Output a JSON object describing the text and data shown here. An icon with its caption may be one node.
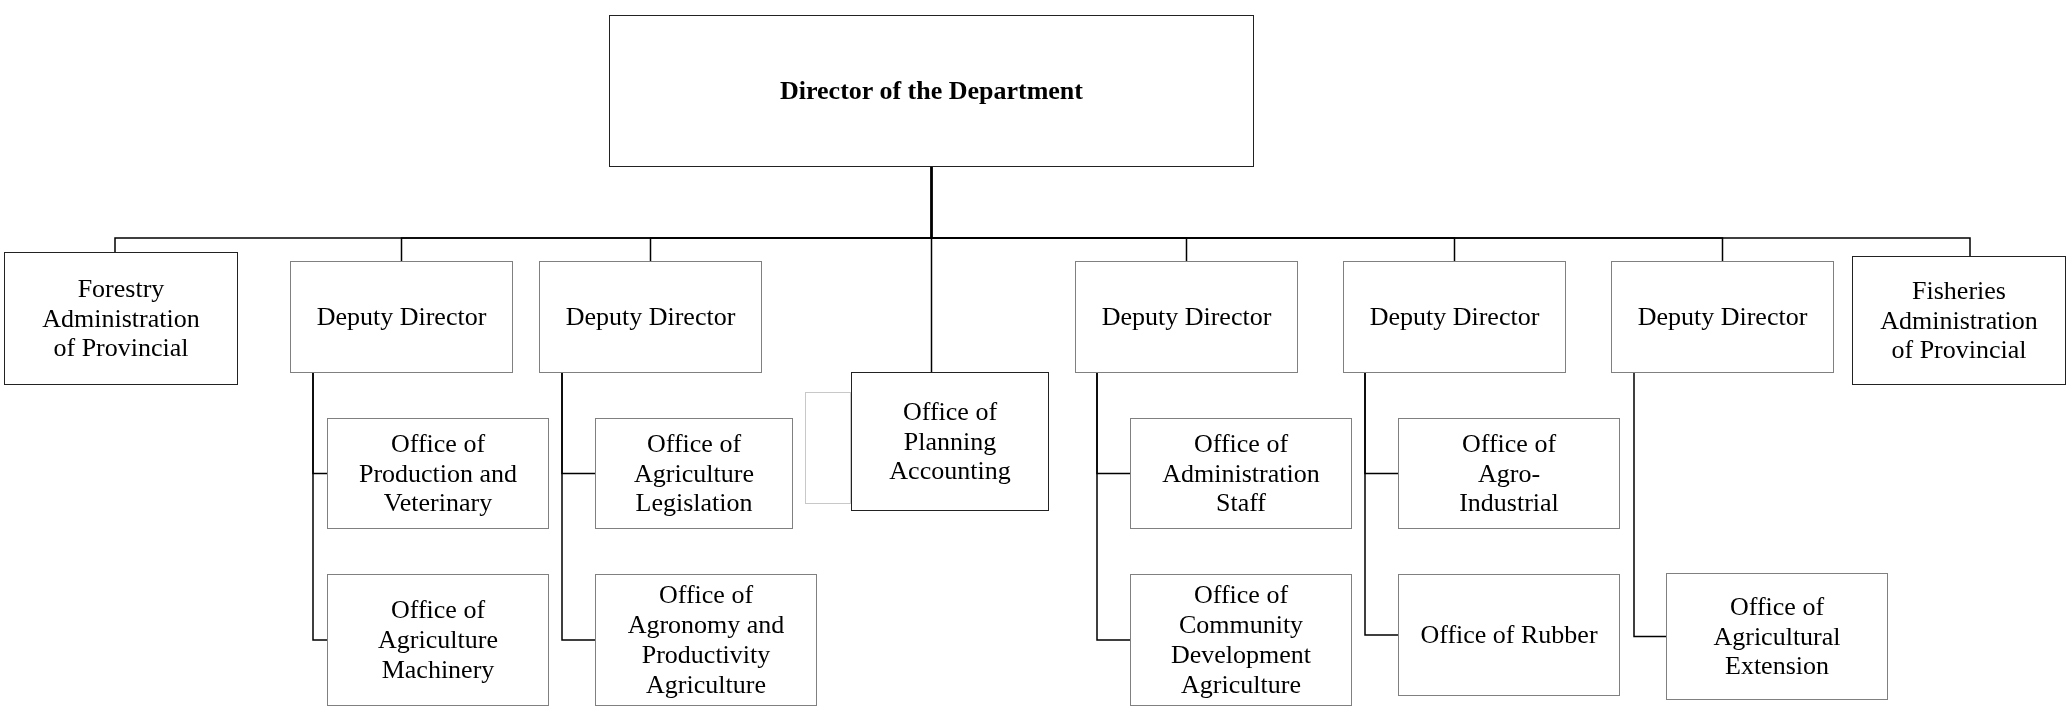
{
  "diagram": {
    "nodes": [
      {
        "text": [
          "Director of the Department"
        ]
      },
      {
        "text": [
          "Forestry Administration of Provincial"
        ]
      },
      {
        "text": [
          "Deputy Director"
        ]
      },
      {
        "text": [
          "Deputy Director"
        ]
      },
      {
        "text": [
          "Office of Planning Accounting"
        ]
      },
      {
        "text": [
          "Deputy Director"
        ]
      },
      {
        "text": [
          "Deputy Director"
        ]
      },
      {
        "text": [
          "Deputy Director"
        ]
      },
      {
        "text": [
          "Fisheries Administration of Provincial"
        ]
      },
      {
        "text": [
          "Office of Production and Veterinary"
        ]
      },
      {
        "text": [
          "Office of Agriculture Machinery"
        ]
      },
      {
        "text": [
          "Office of Agriculture Legislation"
        ]
      },
      {
        "text": [
          "Office of Agronomy and Productivity Agriculture"
        ]
      },
      {
        "text": [
          "Office of Administration Staff"
        ]
      },
      {
        "text": [
          "Office of Community Development Agriculture"
        ]
      },
      {
        "text": [
          "Office of Agro-Industrial"
        ]
      },
      {
        "text": [
          "Office of Rubber"
        ]
      },
      {
        "text": [
          "Office of Agricultural Extension"
        ]
      },
      {
        "text": [],
        "shape": "box"
      }
    ],
    "edges": [
      {
        "from": 0,
        "to": 1,
        "arrow": "none"
      },
      {
        "from": 0,
        "to": 2,
        "arrow": "none"
      },
      {
        "from": 0,
        "to": 3,
        "arrow": "none"
      },
      {
        "from": 0,
        "to": 4,
        "arrow": "none"
      },
      {
        "from": 0,
        "to": 5,
        "arrow": "none"
      },
      {
        "from": 0,
        "to": 6,
        "arrow": "none"
      },
      {
        "from": 0,
        "to": 7,
        "arrow": "none"
      },
      {
        "from": 0,
        "to": 8,
        "arrow": "none"
      },
      {
        "from": 2,
        "to": 9,
        "arrow": "none"
      },
      {
        "from": 2,
        "to": 10,
        "arrow": "none"
      },
      {
        "from": 3,
        "to": 11,
        "arrow": "none"
      },
      {
        "from": 3,
        "to": 12,
        "arrow": "none"
      },
      {
        "from": 5,
        "to": 13,
        "arrow": "none"
      },
      {
        "from": 5,
        "to": 14,
        "arrow": "none"
      },
      {
        "from": 6,
        "to": 15,
        "arrow": "none"
      },
      {
        "from": 6,
        "to": 16,
        "arrow": "none"
      },
      {
        "from": 7,
        "to": 17,
        "arrow": "none"
      }
    ]
  }
}
